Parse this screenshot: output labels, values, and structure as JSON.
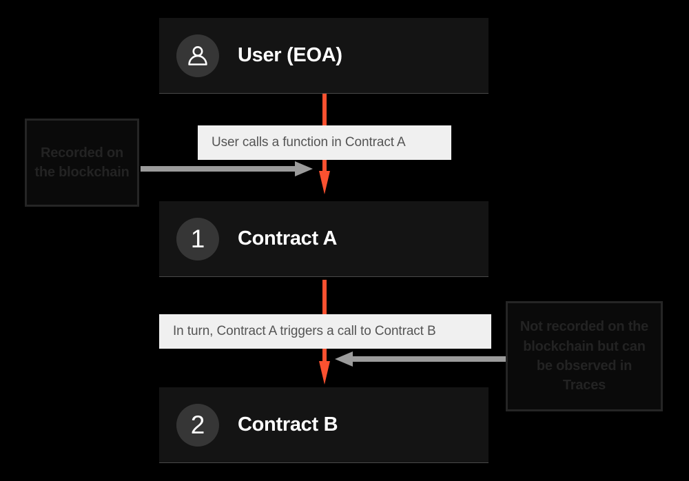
{
  "diagram": {
    "title": "Ethereum transaction call flow",
    "background_color": "#000000",
    "accent_color": "#fc5130",
    "node_bg_color": "#141414",
    "caption_bg_color": "#f0f0f0",
    "gray_arrow_color": "#9b9b9b"
  },
  "nodes": [
    {
      "id": "user",
      "badge_type": "person-icon",
      "badge_label": "",
      "title": "User (EOA)"
    },
    {
      "id": "contract-a",
      "badge_type": "number",
      "badge_label": "1",
      "title": "Contract A"
    },
    {
      "id": "contract-b",
      "badge_type": "number",
      "badge_label": "2",
      "title": "Contract B"
    }
  ],
  "captions": [
    {
      "id": "caption-user-calls",
      "text": "User calls a function in Contract A"
    },
    {
      "id": "caption-contract-triggers",
      "text": "In turn, Contract A triggers a call to Contract B"
    }
  ],
  "notes": [
    {
      "id": "note-recorded",
      "text": "Recorded on the blockchain"
    },
    {
      "id": "note-not-recorded",
      "text": "Not recorded on the blockchain but can be observed in Traces"
    }
  ],
  "arrows": {
    "red_down_1": "arrow-down-icon",
    "red_down_2": "arrow-down-icon",
    "gray_right": "arrow-right-icon",
    "gray_left": "arrow-left-icon"
  }
}
